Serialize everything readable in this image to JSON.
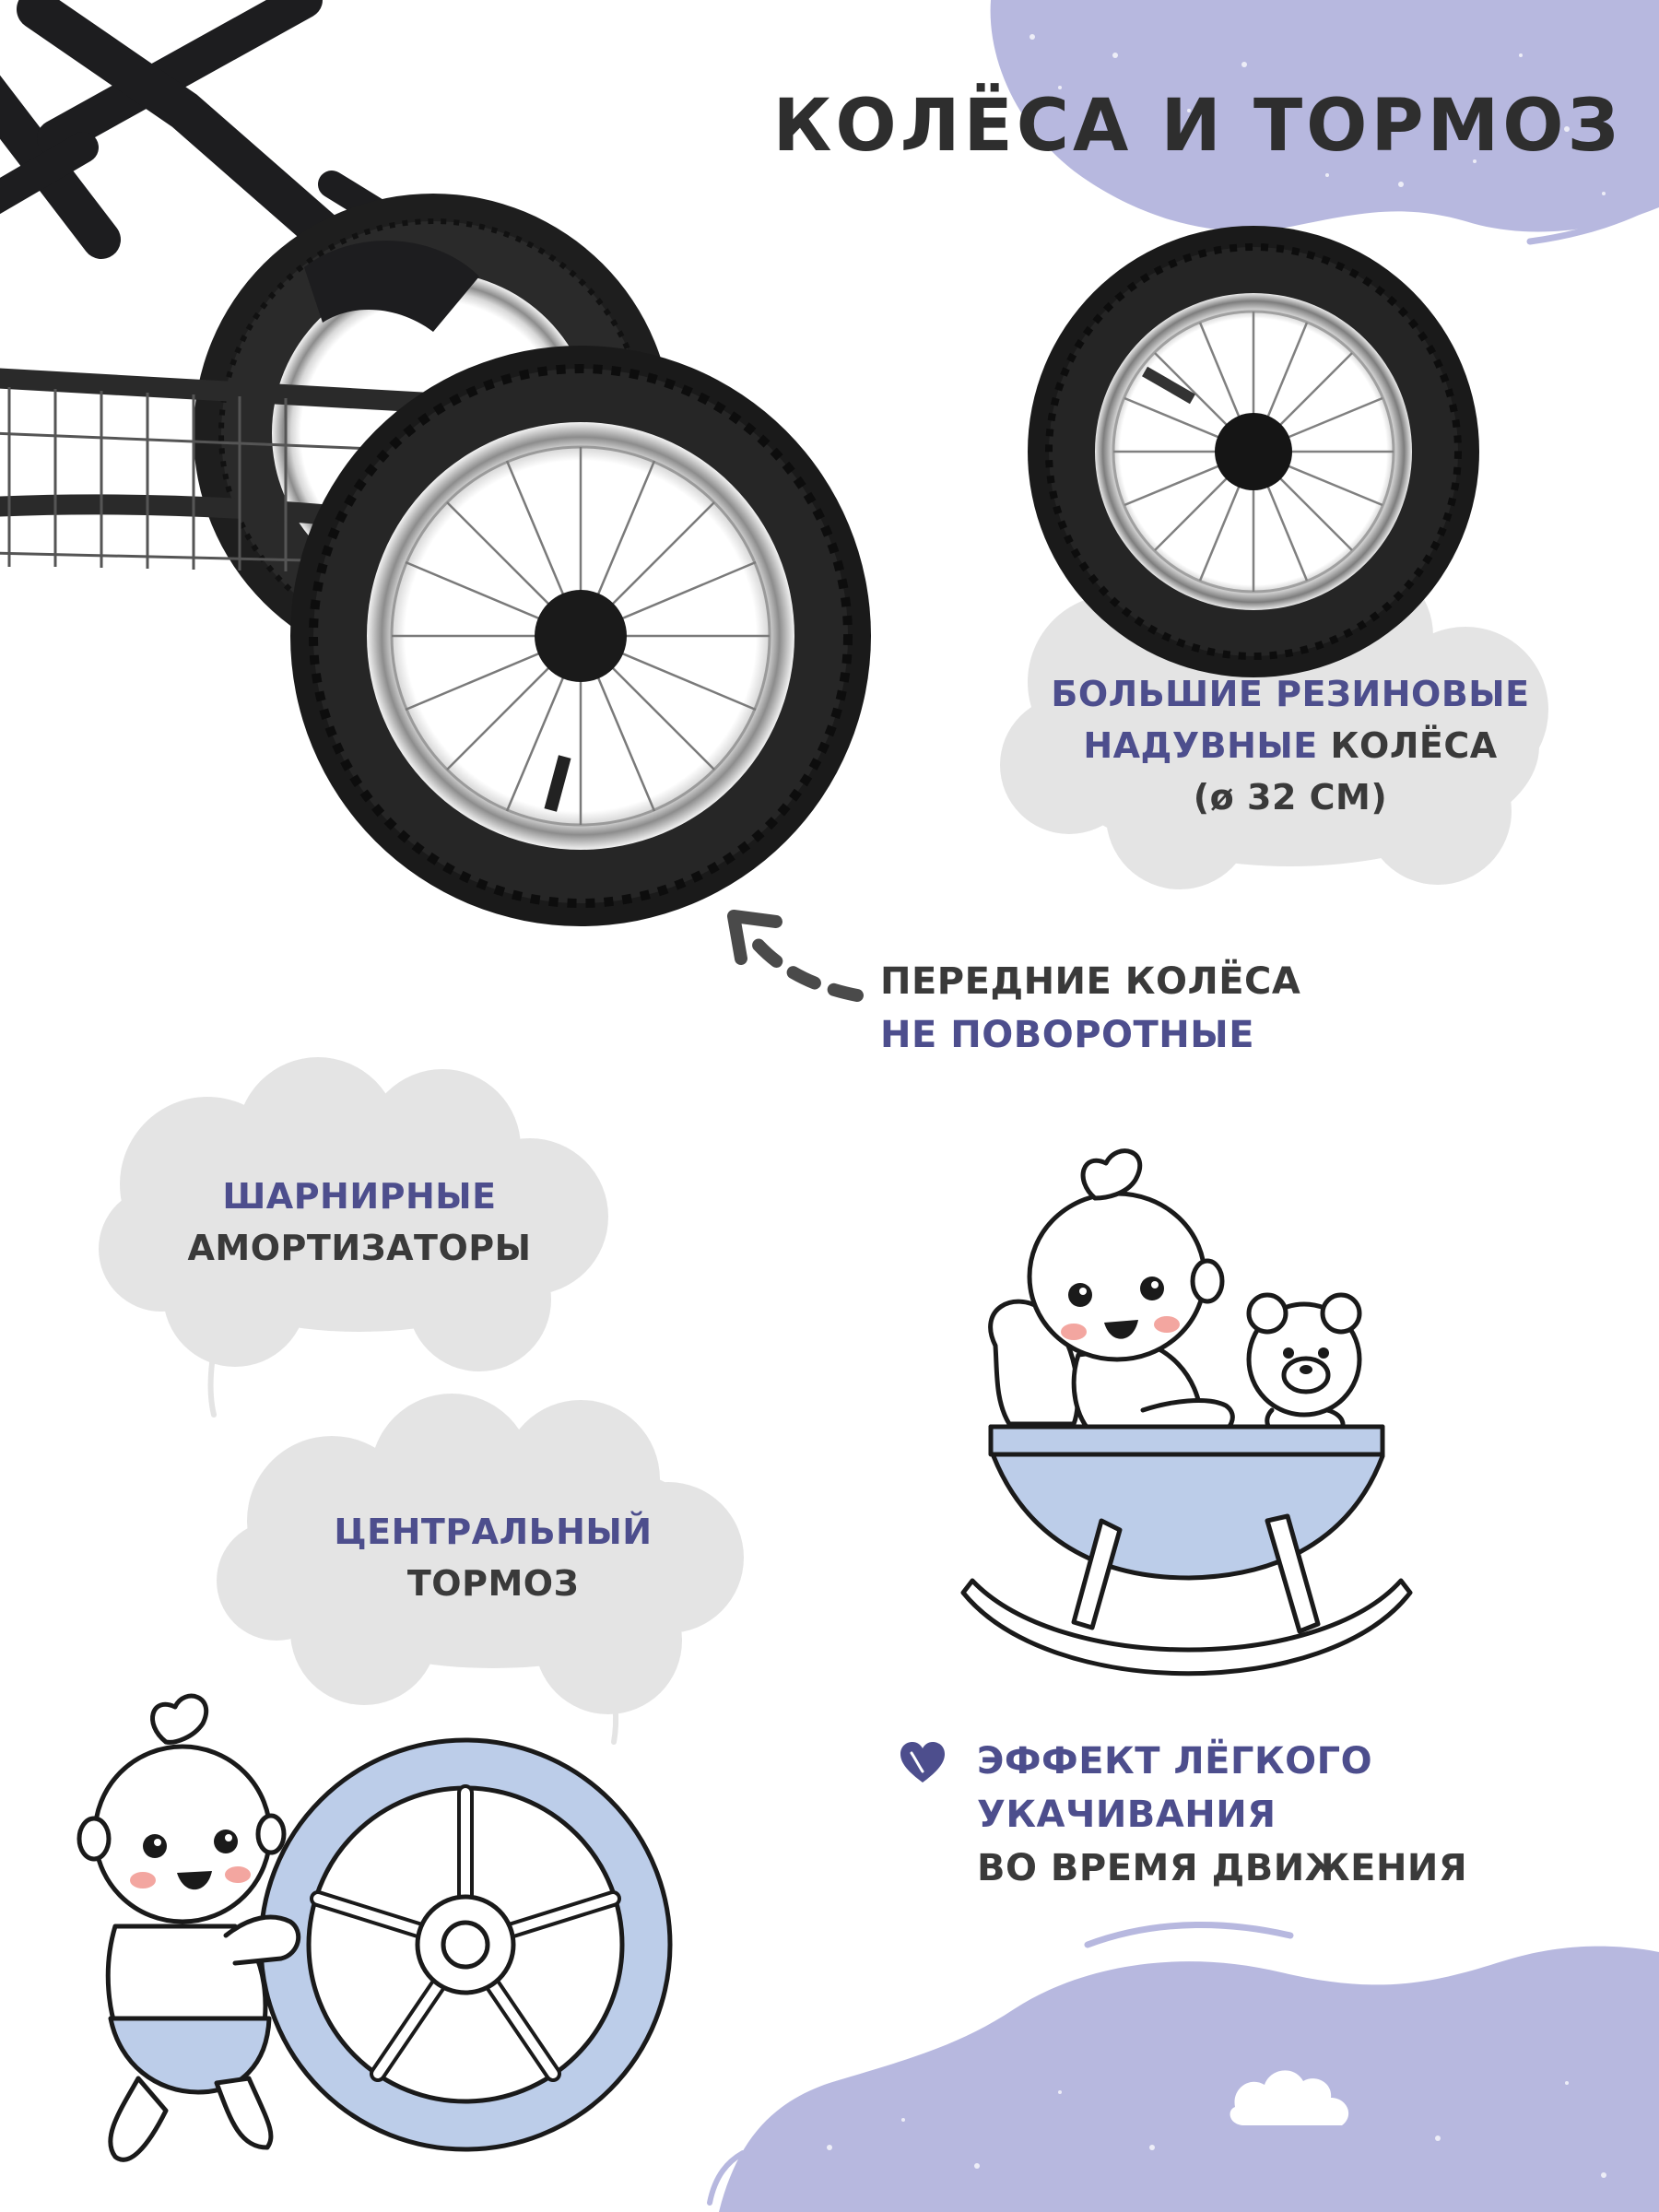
{
  "title": "КОЛЁСА И ТОРМОЗ",
  "callouts": {
    "wheels_line1": "БОЛЬШИЕ РЕЗИНОВЫЕ",
    "wheels_line2_accent": "НАДУВНЫЕ",
    "wheels_line2_rest": " КОЛЁСА",
    "wheels_line3": "(ø 32 СМ)",
    "front_line1": "ПЕРЕДНИЕ КОЛЁСА",
    "front_line2": "НЕ ПОВОРОТНЫЕ",
    "shock_line1": "ШАРНИРНЫЕ",
    "shock_line2": "АМОРТИЗАТОРЫ",
    "brake_line1": "ЦЕНТРАЛЬНЫЙ",
    "brake_line2": "ТОРМОЗ",
    "rocking_line1": "ЭФФЕКТ ЛЁГКОГО УКАЧИВАНИЯ",
    "rocking_line2": "ВО ВРЕМЯ ДВИЖЕНИЯ"
  },
  "colors": {
    "accent_text": "#4d4e8d",
    "lavender": "#b7b8df",
    "cloud_gray": "#e4e4e4",
    "baby_blue": "#bccde9",
    "dark_text": "#2e2e2e"
  },
  "icons": [
    "heart-icon",
    "dashed-arrow-icon",
    "wheel-photo",
    "stroller-photo",
    "baby-rocking-cradle-illustration",
    "baby-with-wheel-illustration"
  ]
}
